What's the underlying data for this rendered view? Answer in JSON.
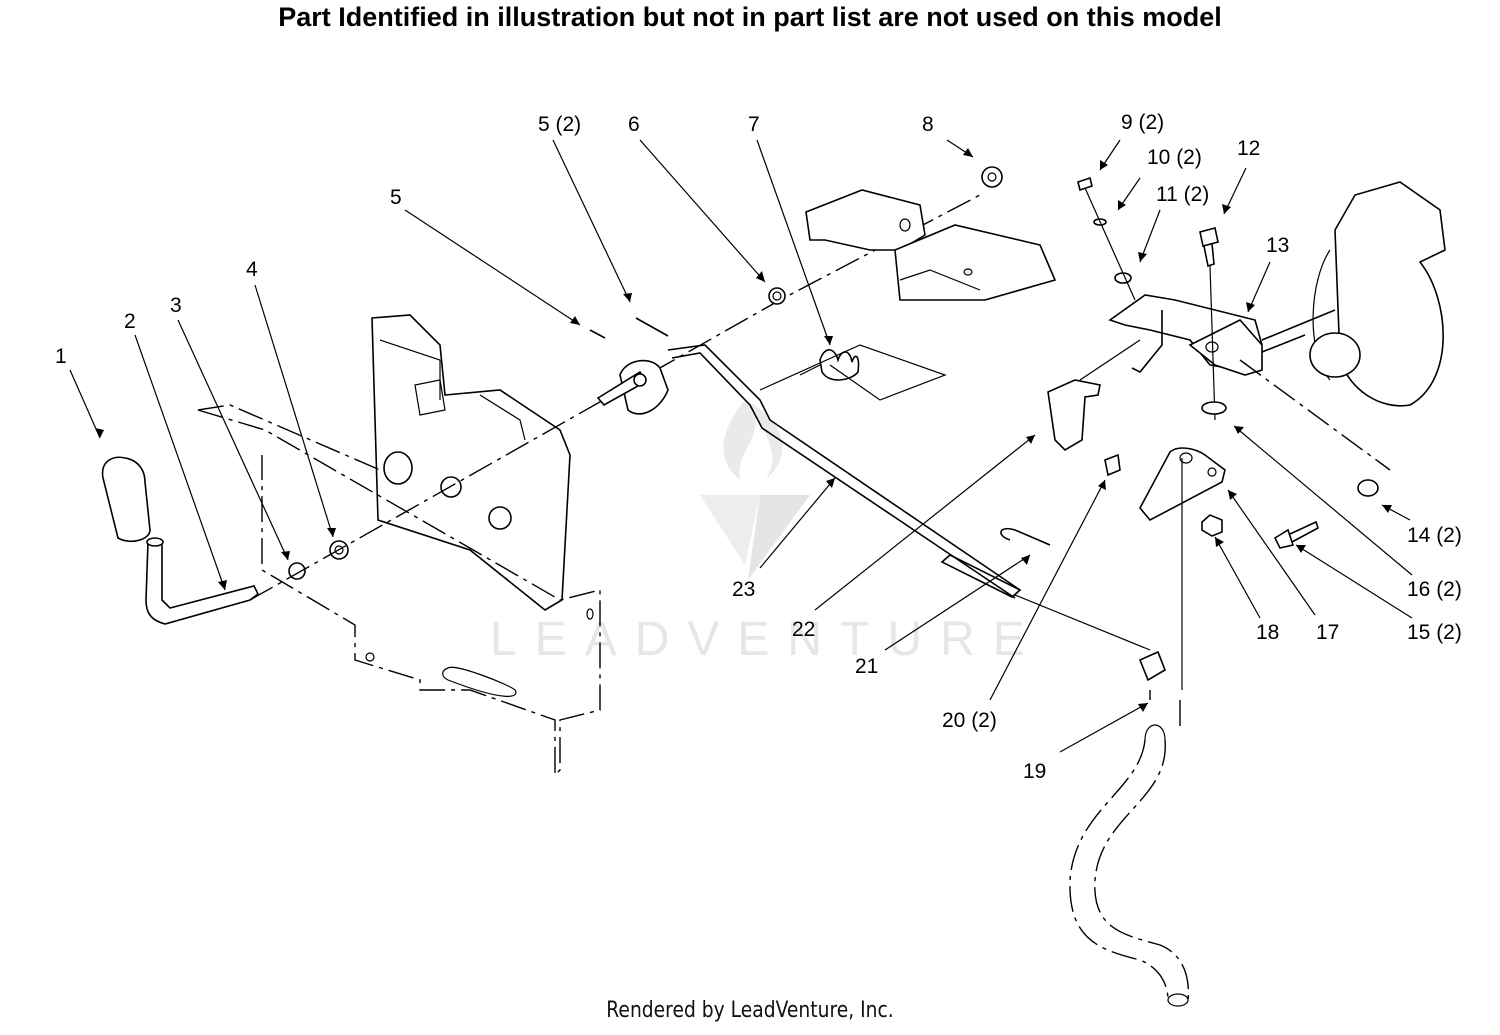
{
  "heading": "Part Identified in illustration but not in part list are not used on this model",
  "footer": "Rendered by LeadVenture, Inc.",
  "watermark": "LEADVENTURE",
  "callouts": [
    {
      "id": "1",
      "text": "1"
    },
    {
      "id": "2",
      "text": "2"
    },
    {
      "id": "3",
      "text": "3"
    },
    {
      "id": "4",
      "text": "4"
    },
    {
      "id": "5a",
      "text": "5"
    },
    {
      "id": "5b",
      "text": "5 (2)"
    },
    {
      "id": "6",
      "text": "6"
    },
    {
      "id": "7",
      "text": "7"
    },
    {
      "id": "8",
      "text": "8"
    },
    {
      "id": "9",
      "text": "9 (2)"
    },
    {
      "id": "10",
      "text": "10 (2)"
    },
    {
      "id": "11",
      "text": "11 (2)"
    },
    {
      "id": "12",
      "text": "12"
    },
    {
      "id": "13",
      "text": "13"
    },
    {
      "id": "14",
      "text": "14 (2)"
    },
    {
      "id": "15",
      "text": "15 (2)"
    },
    {
      "id": "16",
      "text": "16 (2)"
    },
    {
      "id": "17",
      "text": "17"
    },
    {
      "id": "18",
      "text": "18"
    },
    {
      "id": "19",
      "text": "19"
    },
    {
      "id": "20",
      "text": "20 (2)"
    },
    {
      "id": "21",
      "text": "21"
    },
    {
      "id": "22",
      "text": "22"
    },
    {
      "id": "23",
      "text": "23"
    }
  ]
}
